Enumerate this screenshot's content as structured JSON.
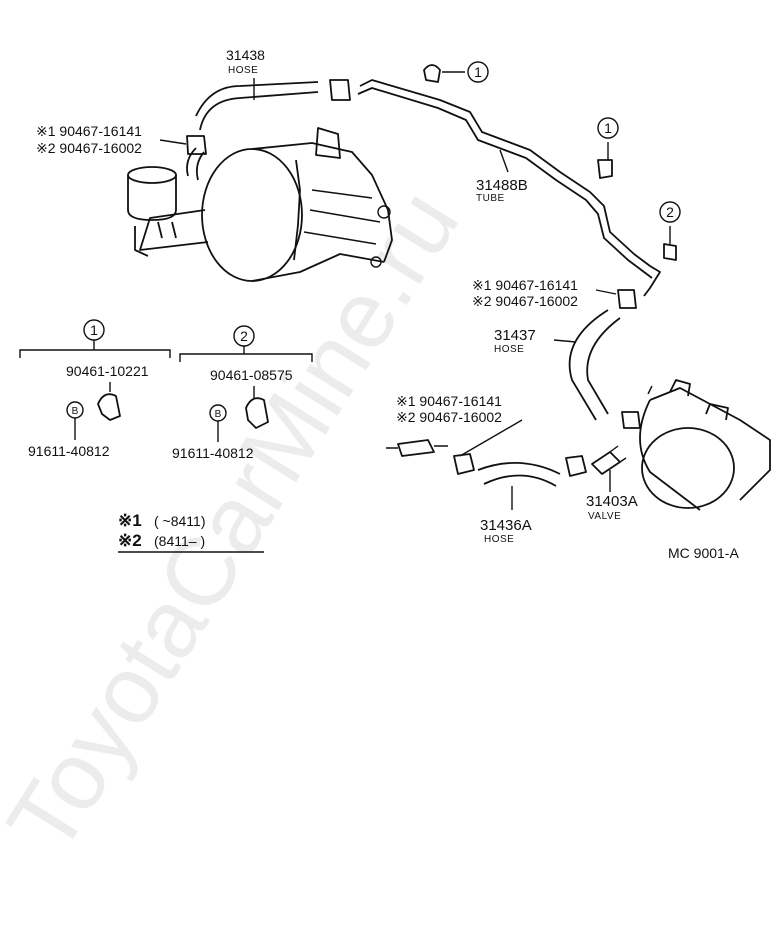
{
  "watermark": "ToyotaCarMine.ru",
  "diagram_code": "MC  9001-A",
  "parts": {
    "hose_31438": {
      "number": "31438",
      "type": "HOSE"
    },
    "tube_31488b": {
      "number": "31488B",
      "type": "TUBE"
    },
    "hose_31437": {
      "number": "31437",
      "type": "HOSE"
    },
    "hose_31436a": {
      "number": "31436A",
      "type": "HOSE"
    },
    "valve_31403a": {
      "number": "31403A",
      "type": "VALVE"
    }
  },
  "clip_labels": {
    "top_left": {
      "line1": "※1 90467-16141",
      "line2": "※2 90467-16002"
    },
    "mid_right": {
      "line1": "※1 90467-16141",
      "line2": "※2 90467-16002"
    },
    "lower": {
      "line1": "※1 90467-16141",
      "line2": "※2 90467-16002"
    }
  },
  "callouts": {
    "one": "1",
    "two": "2",
    "b": "B"
  },
  "groups": {
    "group1": {
      "marker": "1",
      "clamp": "90461-10221",
      "bolt": "91611-40812"
    },
    "group2": {
      "marker": "2",
      "clamp": "90461-08575",
      "bolt": "91611-40812"
    }
  },
  "notes": {
    "row1": {
      "mark": "※1",
      "range": "(        ~8411)"
    },
    "row2": {
      "mark": "※2",
      "range": "(8411–          )"
    }
  }
}
